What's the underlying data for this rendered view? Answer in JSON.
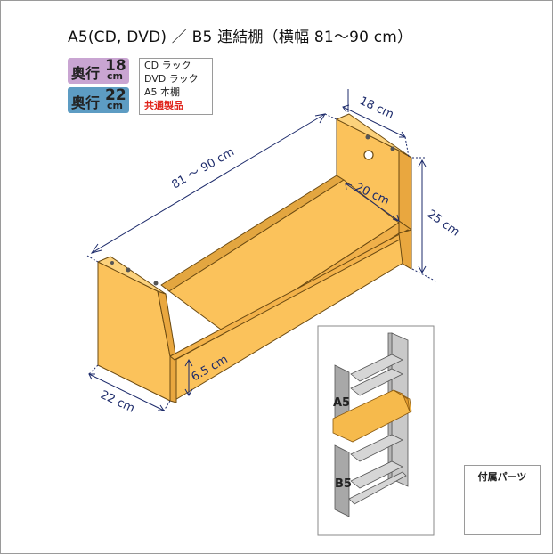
{
  "title": "A5(CD, DVD) ／ B5 連結棚（横幅 81〜90 cm）",
  "badges": [
    {
      "kanji": "奥行",
      "number": "18",
      "unit": "cm",
      "color": "#c9a5d2"
    },
    {
      "kanji": "奥行",
      "number": "22",
      "unit": "cm",
      "color": "#5d9cc3"
    }
  ],
  "uses": [
    "CD ラック",
    "DVD ラック",
    "A5 本棚"
  ],
  "uses_highlight": "共通製品",
  "dimensions": {
    "width": "81 〜 90 cm",
    "top_depth": "18 cm",
    "inner_depth": "20 cm",
    "height": "25 cm",
    "base_height": "6.5 cm",
    "bottom_depth": "22 cm"
  },
  "thumbnail": {
    "upper_label": "A5",
    "lower_label": "B5"
  },
  "parts": {
    "title": "付属パーツ"
  },
  "colors": {
    "wood_face": "#fbc25b",
    "wood_side": "#f3b24a",
    "wood_dark": "#d99b36",
    "dim_line": "#1d2b6b",
    "thumb_highlight": "#f6ba4c"
  }
}
